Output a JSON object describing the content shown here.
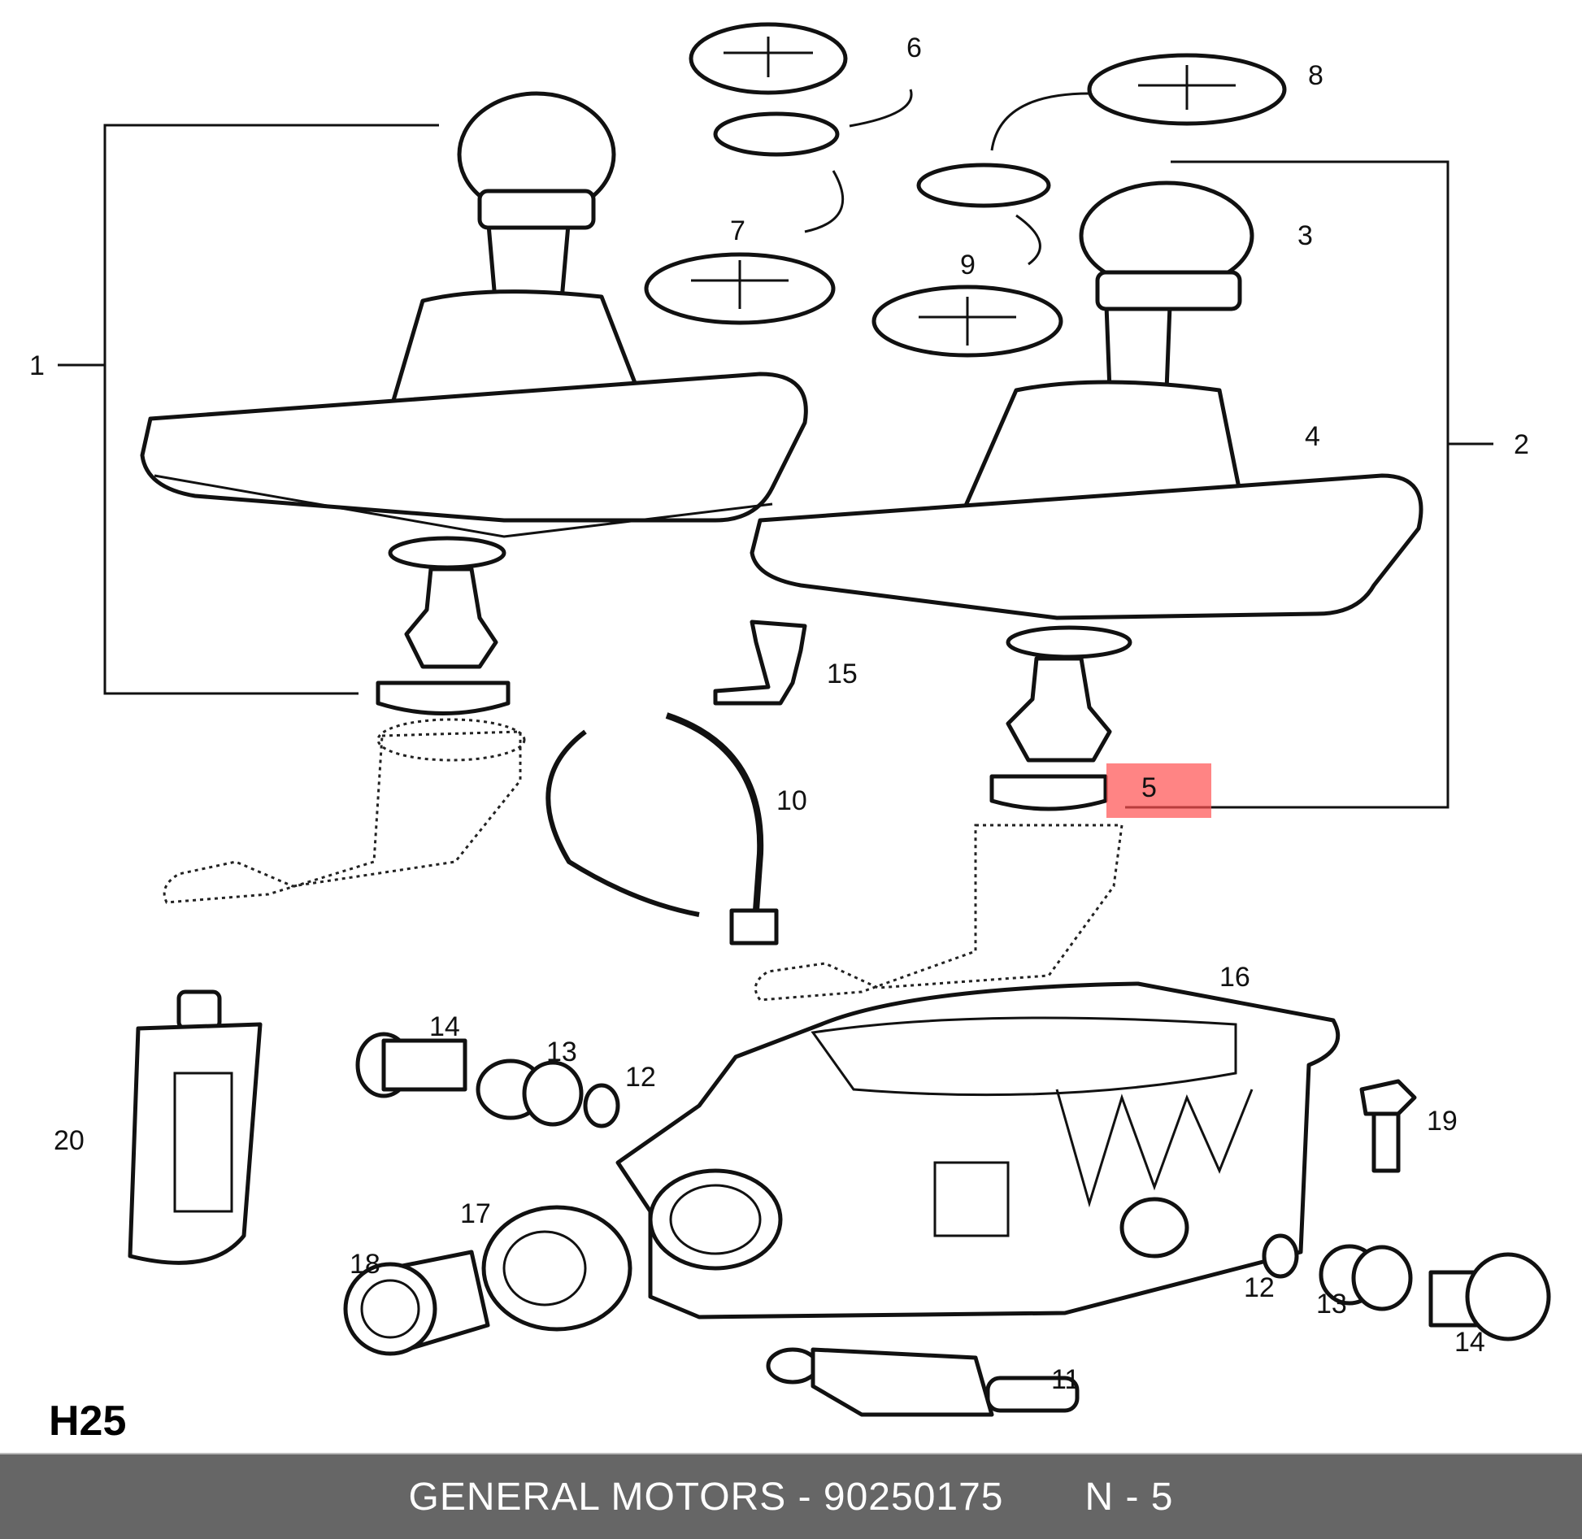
{
  "diagram": {
    "id_label": "H25",
    "callouts": [
      "1",
      "2",
      "3",
      "4",
      "5",
      "6",
      "7",
      "8",
      "9",
      "10",
      "11",
      "12",
      "12",
      "13",
      "13",
      "14",
      "14",
      "15",
      "16",
      "17",
      "18",
      "19",
      "20"
    ],
    "highlighted_callout": "5",
    "highlight_color": "#ff5050"
  },
  "footer": {
    "brand_part": "GENERAL MOTORS - 90250175",
    "ref": "N - 5"
  }
}
